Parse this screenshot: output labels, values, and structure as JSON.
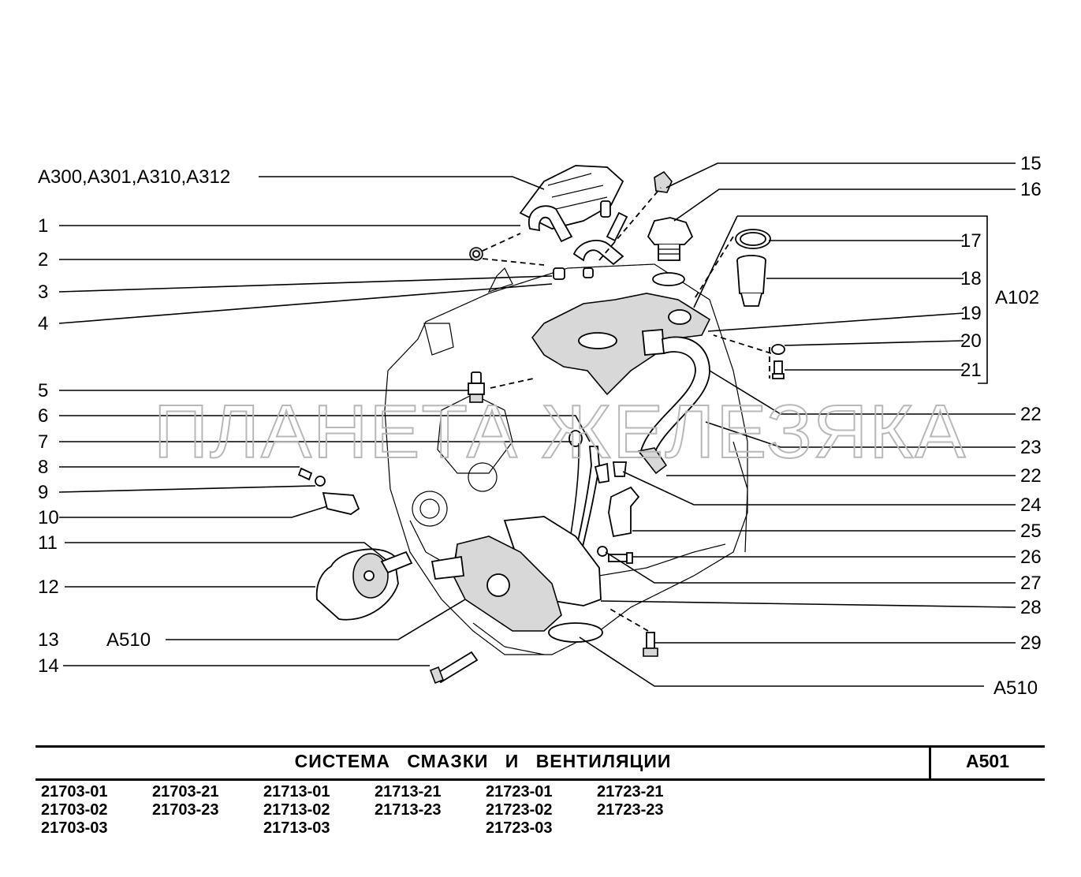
{
  "diagram": {
    "left_labels": [
      "1",
      "2",
      "3",
      "4",
      "5",
      "6",
      "7",
      "8",
      "9",
      "10",
      "11",
      "12",
      "13",
      "14"
    ],
    "right_labels": [
      "15",
      "16",
      "17",
      "18",
      "19",
      "20",
      "21",
      "22",
      "23",
      "22",
      "24",
      "25",
      "26",
      "27",
      "28",
      "29"
    ],
    "ref_top": "A300,A301,A310,A312",
    "ref_13": "A510",
    "ref_bottom_right": "A510",
    "ref_group": "A102",
    "watermark": "ПЛАНЕТА ЖЕЛЕЗЯКА"
  },
  "title_block": {
    "title": "СИСТЕМА СМАЗКИ И ВЕНТИЛЯЦИИ",
    "code": "A501"
  },
  "models": [
    [
      "21703-01",
      "21703-02",
      "21703-03"
    ],
    [
      "21703-21",
      "21703-23"
    ],
    [
      "21713-01",
      "21713-02",
      "21713-03"
    ],
    [
      "21713-21",
      "21713-23"
    ],
    [
      "21723-01",
      "21723-02",
      "21723-03"
    ],
    [
      "21723-21",
      "21723-23"
    ]
  ]
}
